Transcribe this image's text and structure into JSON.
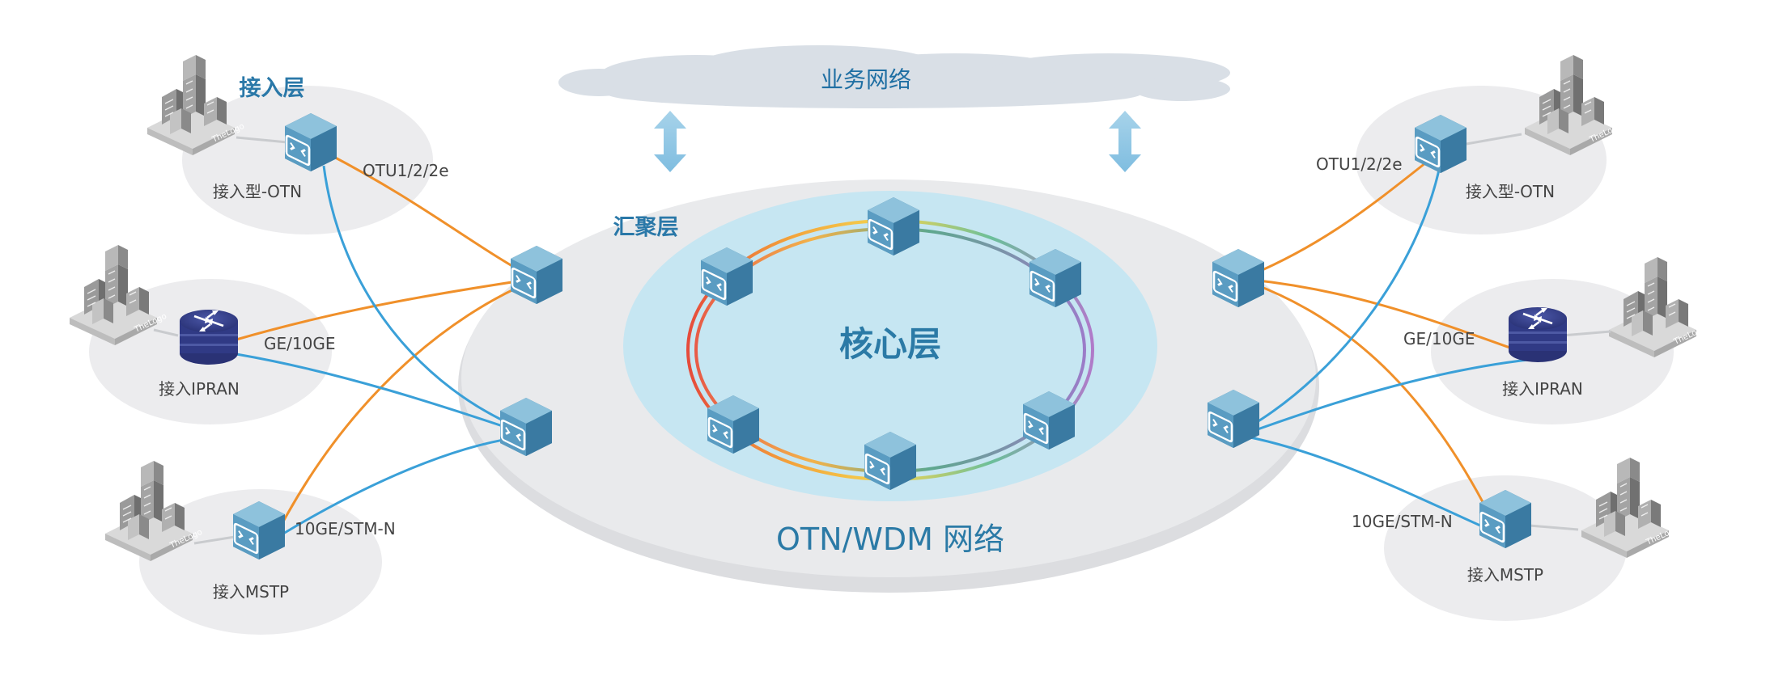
{
  "title": "OTN/WDM 网络",
  "cloud_label": "业务网络",
  "layers": {
    "core": "核心层",
    "aggregation": "汇聚层",
    "access": "接入层"
  },
  "left": {
    "otn_label": "接入型-OTN",
    "otn_link": "OTU1/2/2e",
    "ipran_label": "接入IPRAN",
    "ipran_link": "GE/10GE",
    "mstp_label": "接入MSTP",
    "mstp_link": "10GE/STM-N"
  },
  "right": {
    "otn_label": "接入型-OTN",
    "otn_link": "OTU1/2/2e",
    "ipran_label": "接入IPRAN",
    "ipran_link": "GE/10GE",
    "mstp_label": "接入MSTP",
    "mstp_link": "10GE/STM-N"
  },
  "colors": {
    "orange_link": "#f0902a",
    "blue_link": "#3aa0d8",
    "core_fill": "#c6e6f2",
    "ring_fill": "#e9eaec",
    "access_fill": "#ececee",
    "device": "#4e8fb5"
  },
  "icons": [
    "otn-device-icon",
    "router-icon",
    "building-icon",
    "arrow-updown-icon",
    "cloud-icon"
  ]
}
